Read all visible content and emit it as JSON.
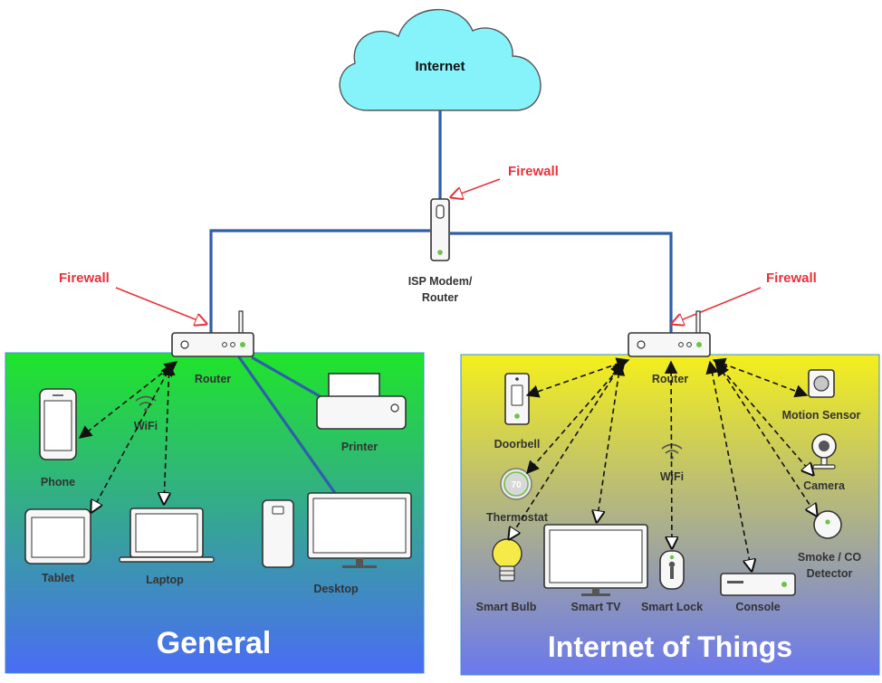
{
  "internet": {
    "label": "Internet",
    "fill": "#86f3fb"
  },
  "isp": {
    "label_line1": "ISP Modem/",
    "label_line2": "Router"
  },
  "firewall_label": "Firewall",
  "general": {
    "title": "General",
    "router_label": "Router",
    "wifi_label": "WiFi",
    "devices": {
      "phone": "Phone",
      "tablet": "Tablet",
      "laptop": "Laptop",
      "printer": "Printer",
      "desktop": "Desktop"
    },
    "gradient": [
      "#1fe52a",
      "#4a6cf5"
    ]
  },
  "iot": {
    "title": "Internet of Things",
    "router_label": "Router",
    "wifi_label": "WiFi",
    "thermostat_reading": "70",
    "devices": {
      "doorbell": "Doorbell",
      "thermostat": "Thermostat",
      "smart_bulb": "Smart Bulb",
      "smart_tv": "Smart TV",
      "smart_lock": "Smart Lock",
      "console": "Console",
      "motion_sensor": "Motion Sensor",
      "camera": "Camera",
      "smoke_line1": "Smoke / CO",
      "smoke_line2": "Detector"
    },
    "gradient": [
      "#f4ef1c",
      "#6b78ee"
    ]
  },
  "colors": {
    "wire": "#2f5fa8",
    "firewall": "#e8323a",
    "led": "#6cc24a"
  }
}
